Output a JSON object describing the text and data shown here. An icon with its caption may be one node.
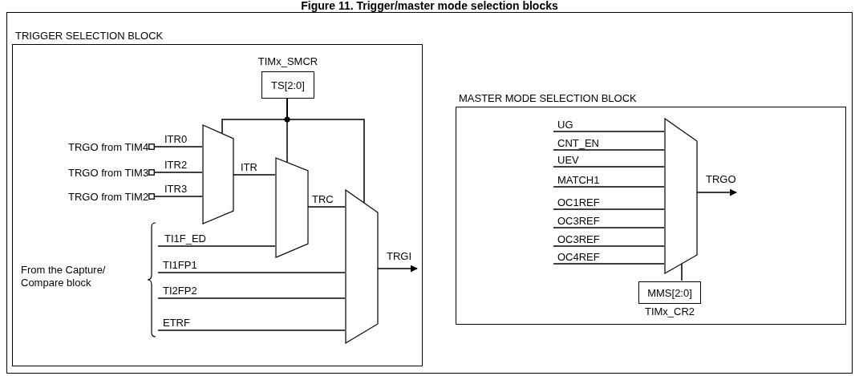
{
  "diagram": {
    "title": "Figure 11. Trigger/master mode selection blocks",
    "nodes": [
      {
        "text": [
          "TRIGGER SELECTION BLOCK"
        ]
      },
      {
        "text": [
          "TS[2:0]"
        ],
        "beside": [
          "TIMx_SMCR"
        ],
        "in": 0
      },
      {
        "text": [],
        "shape": "trapezoid",
        "in": 0
      },
      {
        "text": [],
        "shape": "trapezoid",
        "in": 0
      },
      {
        "text": [],
        "shape": "trapezoid",
        "in": 0
      },
      {
        "text": [
          "TRGO from TIM4"
        ],
        "in": 0
      },
      {
        "text": [
          "TRGO from TIM3"
        ],
        "in": 0
      },
      {
        "text": [
          "TRGO from TIM2"
        ],
        "in": 0
      },
      {
        "text": [
          "From the Capture/ Compare block"
        ],
        "in": 0
      },
      {
        "text": [
          "MASTER MODE SELECTION BLOCK"
        ]
      },
      {
        "text": [],
        "shape": "trapezoid",
        "in": 9
      },
      {
        "text": [
          "MMS[2:0]"
        ],
        "beside": [
          "TIMx_CR2"
        ],
        "in": 9
      }
    ],
    "edges": [
      {
        "from": 5,
        "to": 2,
        "arrow": "other",
        "label": "ITR0"
      },
      {
        "from": 6,
        "to": 2,
        "arrow": "other",
        "label": "ITR2"
      },
      {
        "from": 7,
        "to": 2,
        "arrow": "other",
        "label": "ITR3"
      },
      {
        "from": 2,
        "to": 3,
        "arrow": "none",
        "label": "ITR"
      },
      {
        "from": 3,
        "to": 4,
        "arrow": "none",
        "label": "TRC"
      },
      {
        "from": 8,
        "to": 3,
        "arrow": "none",
        "label": "TI1F_ED"
      },
      {
        "from": 8,
        "to": 4,
        "arrow": "none",
        "label": "TI1FP1"
      },
      {
        "from": 8,
        "to": 4,
        "arrow": "none",
        "label": "TI2FP2"
      },
      {
        "from": 8,
        "to": 4,
        "arrow": "none",
        "label": "ETRF"
      },
      {
        "from": 4,
        "to": null,
        "arrow": "to",
        "label": "TRGI"
      },
      {
        "from": 1,
        "to": 2,
        "arrow": "none"
      },
      {
        "from": 1,
        "to": 3,
        "arrow": "none"
      },
      {
        "from": 1,
        "to": 4,
        "arrow": "none"
      },
      {
        "from": null,
        "to": 10,
        "arrow": "none",
        "label": "UG"
      },
      {
        "from": null,
        "to": 10,
        "arrow": "none",
        "label": "CNT_EN"
      },
      {
        "from": null,
        "to": 10,
        "arrow": "none",
        "label": "UEV"
      },
      {
        "from": null,
        "to": 10,
        "arrow": "none",
        "label": "MATCH1"
      },
      {
        "from": null,
        "to": 10,
        "arrow": "none",
        "label": "OC1REF"
      },
      {
        "from": null,
        "to": 10,
        "arrow": "none",
        "label": "OC3REF"
      },
      {
        "from": null,
        "to": 10,
        "arrow": "none",
        "label": "OC3REF"
      },
      {
        "from": null,
        "to": 10,
        "arrow": "none",
        "label": "OC4REF"
      },
      {
        "from": 10,
        "to": null,
        "arrow": "to",
        "label": "TRGO"
      },
      {
        "from": 11,
        "to": 10,
        "arrow": "none"
      }
    ]
  }
}
